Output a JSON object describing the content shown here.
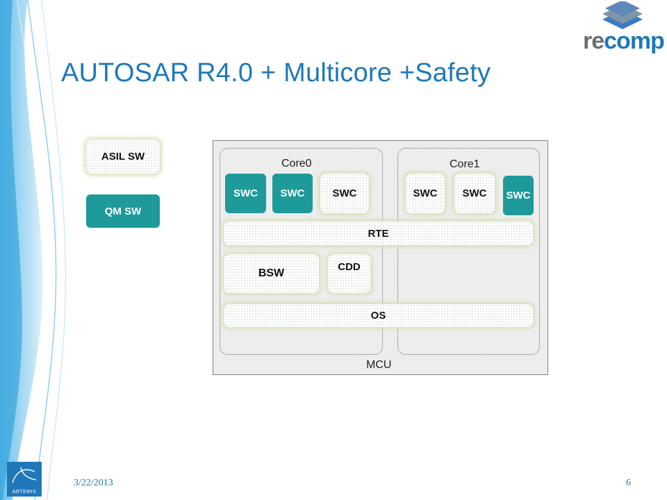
{
  "slide": {
    "title": "AUTOSAR R4.0 + Multicore +Safety",
    "date": "3/22/2013",
    "page_number": "6"
  },
  "logo": {
    "text_re": "re",
    "text_comp": "comp"
  },
  "footer_logo": {
    "text": "ARTEMIS"
  },
  "legend": {
    "asil_label": "ASIL SW",
    "qm_label": "QM SW"
  },
  "diagram": {
    "mcu_label": "MCU",
    "core0_label": "Core0",
    "core1_label": "Core1",
    "swc_blocks": [
      {
        "label": "SWC",
        "kind": "qm"
      },
      {
        "label": "SWC",
        "kind": "qm"
      },
      {
        "label": "SWC",
        "kind": "asil"
      },
      {
        "label": "SWC",
        "kind": "asil"
      },
      {
        "label": "SWC",
        "kind": "asil"
      },
      {
        "label": "SWC",
        "kind": "qm"
      }
    ],
    "rte_label": "RTE",
    "bsw_label": "BSW",
    "cdd_label": "CDD",
    "os_label": "OS"
  },
  "colors": {
    "title_blue": "#1f78b9",
    "qm_teal": "#1d9a99",
    "asil_glow": "#d7e1b9",
    "mcu_gray": "#ededed"
  }
}
